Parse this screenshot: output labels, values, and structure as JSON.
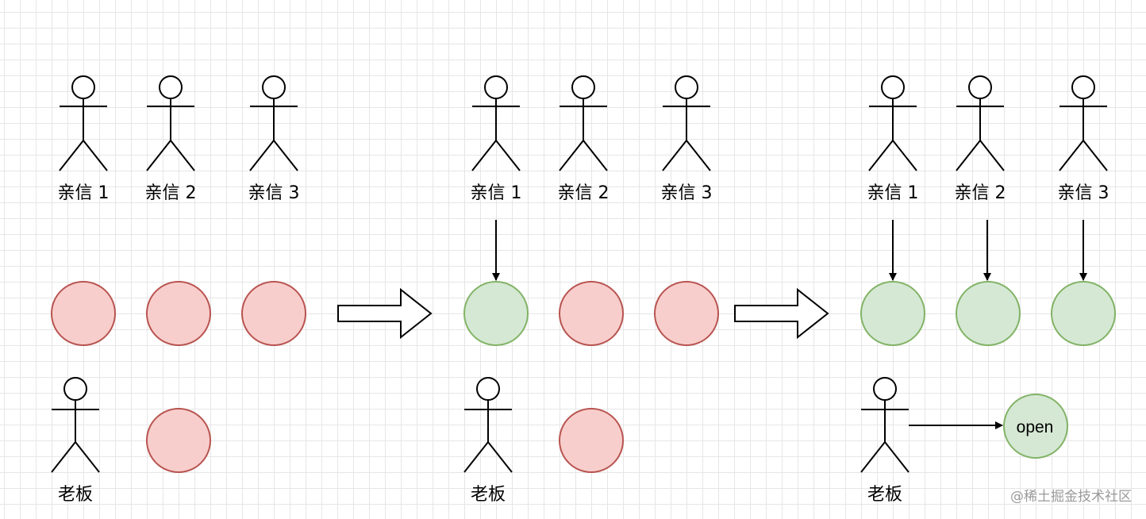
{
  "panels": [
    {
      "members": [
        {
          "label": "亲信 1",
          "key": "locked"
        },
        {
          "label": "亲信 2",
          "key": "locked"
        },
        {
          "label": "亲信 3",
          "key": "locked"
        }
      ],
      "boss": {
        "label": "老板",
        "key": "locked",
        "key_label": ""
      }
    },
    {
      "members": [
        {
          "label": "亲信 1",
          "key": "unlocked"
        },
        {
          "label": "亲信 2",
          "key": "locked"
        },
        {
          "label": "亲信 3",
          "key": "locked"
        }
      ],
      "boss": {
        "label": "老板",
        "key": "locked",
        "key_label": ""
      }
    },
    {
      "members": [
        {
          "label": "亲信 1",
          "key": "unlocked"
        },
        {
          "label": "亲信 2",
          "key": "unlocked"
        },
        {
          "label": "亲信 3",
          "key": "unlocked"
        }
      ],
      "boss": {
        "label": "老板",
        "key": "unlocked",
        "key_label": "open"
      }
    }
  ],
  "colors": {
    "locked_fill": "#f8cecc",
    "locked_stroke": "#b85450",
    "unlocked_fill": "#d5e8d4",
    "unlocked_stroke": "#82b366",
    "grid": "#e6e6e6"
  },
  "watermark": "@稀土掘金技术社区"
}
